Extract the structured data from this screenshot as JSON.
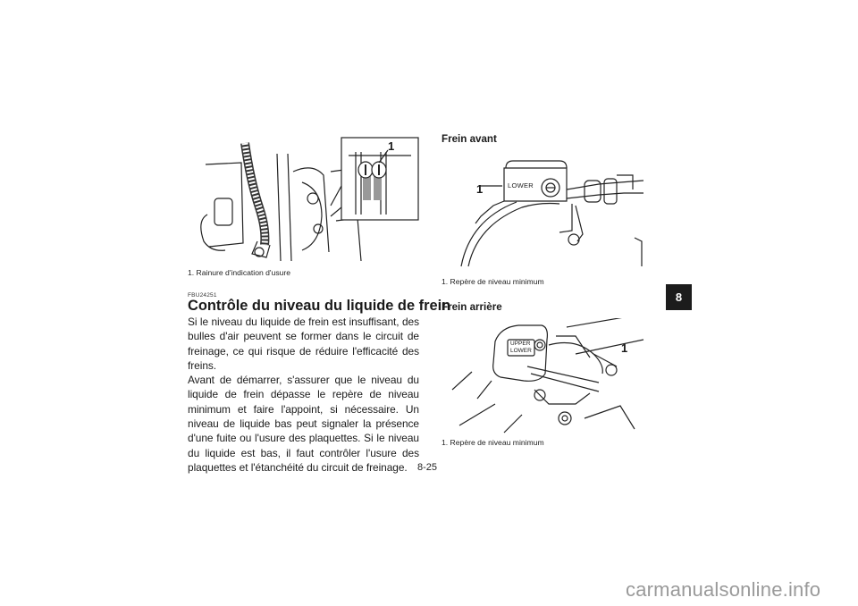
{
  "figures": {
    "pads": {
      "callout": "1",
      "caption": "1.  Rainure d'indication d'usure"
    },
    "front": {
      "title": "Frein avant",
      "callout": "1",
      "reservoir_label": "LOWER",
      "caption": "1.  Repère de niveau minimum"
    },
    "rear": {
      "title": "Frein arrière",
      "callout": "1",
      "label_upper": "UPPER",
      "label_lower": "LOWER",
      "caption": "1.  Repère de niveau minimum"
    }
  },
  "section": {
    "code": "FBU24251",
    "heading": "Contrôle du niveau du liquide de frein",
    "paragraphs": [
      "Si le niveau du liquide de frein est insuffisant, des bulles d'air peuvent se former dans le circuit de freinage, ce qui risque de réduire l'efficacité des freins.",
      "Avant de démarrer, s'assurer que le niveau du liquide de frein dépasse le repère de niveau minimum et faire l'appoint, si nécessaire. Un niveau de liquide bas peut signaler la présence d'une fuite ou l'usure des plaquettes. Si le niveau du liquide est bas, il faut contrôler l'usure des plaquettes et l'étanchéité du circuit de freinage."
    ]
  },
  "chapter_tab": "8",
  "page_number": "8-25",
  "watermark": "carmanualsonline.info"
}
